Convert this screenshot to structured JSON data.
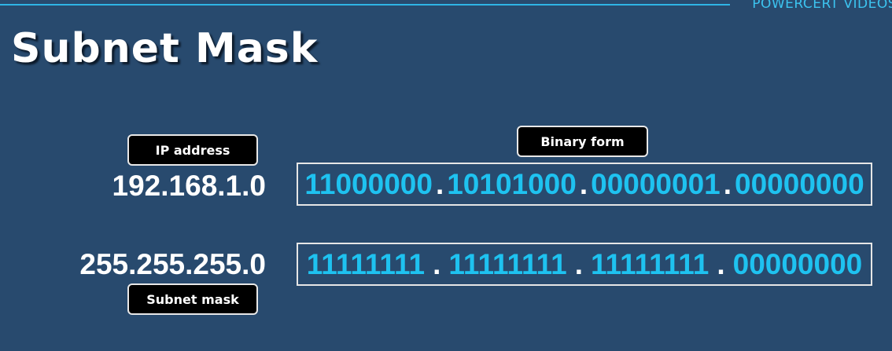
{
  "header": {
    "brand": "POWERCERT VIDEOS",
    "title": "Subnet Mask"
  },
  "labels": {
    "ip_address": "IP address",
    "binary_form": "Binary form",
    "subnet_mask": "Subnet mask"
  },
  "ip": {
    "decimal": "192.168.1.0",
    "binary": [
      "11000000",
      "10101000",
      "00000001",
      "00000000"
    ]
  },
  "mask": {
    "decimal": "255.255.255.0",
    "binary": [
      "11111111",
      "11111111",
      "11111111",
      "00000000"
    ]
  },
  "separator": ".",
  "colors": {
    "background": "#284a6e",
    "accent": "#1ec2f0",
    "brand": "#3cc3ef"
  }
}
